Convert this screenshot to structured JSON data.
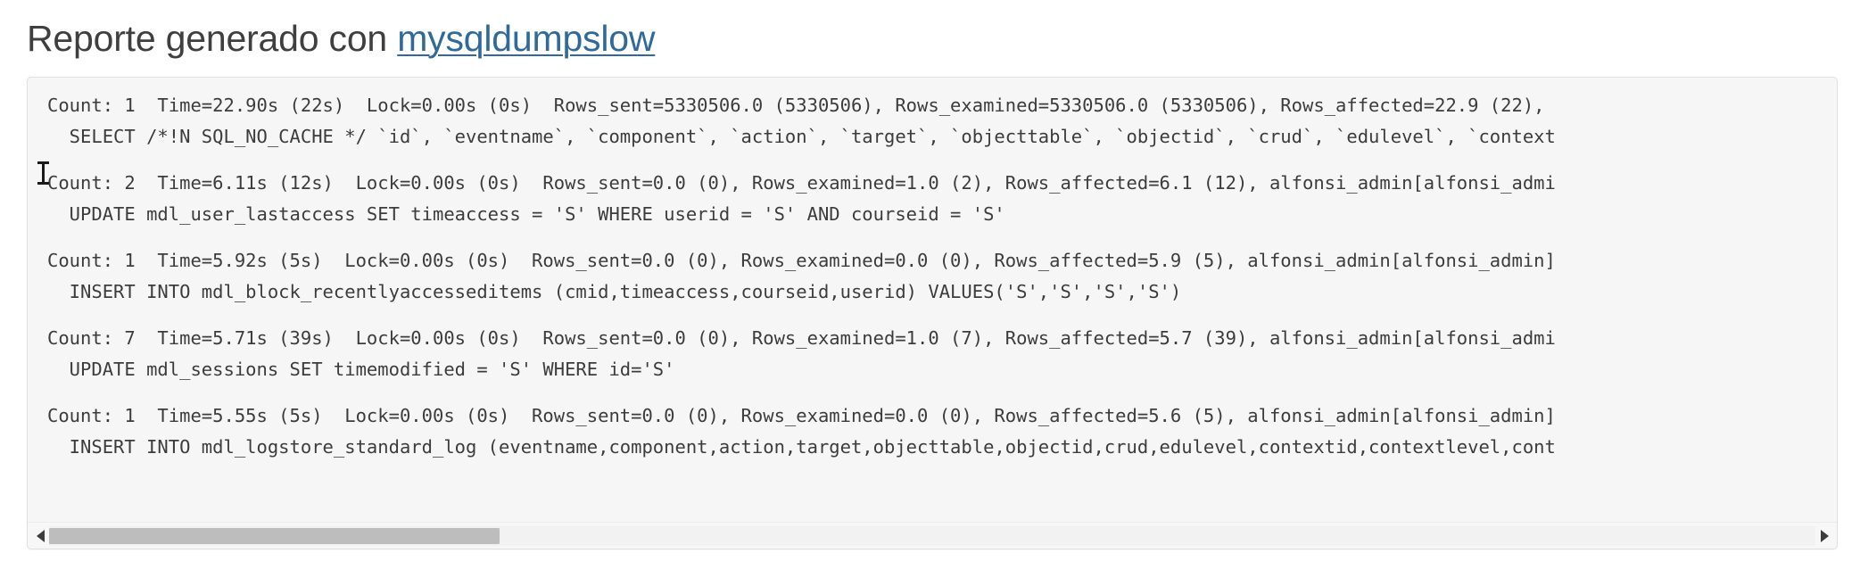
{
  "heading": {
    "prefix": "Reporte generado con ",
    "link_label": "mysqldumpslow"
  },
  "code_block": {
    "lines": [
      "Count: 1  Time=22.90s (22s)  Lock=0.00s (0s)  Rows_sent=5330506.0 (5330506), Rows_examined=5330506.0 (5330506), Rows_affected=22.9 (22),",
      "  SELECT /*!N SQL_NO_CACHE */ `id`, `eventname`, `component`, `action`, `target`, `objecttable`, `objectid`, `crud`, `edulevel`, `context",
      "",
      "Count: 2  Time=6.11s (12s)  Lock=0.00s (0s)  Rows_sent=0.0 (0), Rows_examined=1.0 (2), Rows_affected=6.1 (12), alfonsi_admin[alfonsi_admi",
      "  UPDATE mdl_user_lastaccess SET timeaccess = 'S' WHERE userid = 'S' AND courseid = 'S'",
      "",
      "Count: 1  Time=5.92s (5s)  Lock=0.00s (0s)  Rows_sent=0.0 (0), Rows_examined=0.0 (0), Rows_affected=5.9 (5), alfonsi_admin[alfonsi_admin]",
      "  INSERT INTO mdl_block_recentlyaccesseditems (cmid,timeaccess,courseid,userid) VALUES('S','S','S','S')",
      "",
      "Count: 7  Time=5.71s (39s)  Lock=0.00s (0s)  Rows_sent=0.0 (0), Rows_examined=1.0 (7), Rows_affected=5.7 (39), alfonsi_admin[alfonsi_admi",
      "  UPDATE mdl_sessions SET timemodified = 'S' WHERE id='S'",
      "",
      "Count: 1  Time=5.55s (5s)  Lock=0.00s (0s)  Rows_sent=0.0 (0), Rows_examined=0.0 (0), Rows_affected=5.6 (5), alfonsi_admin[alfonsi_admin]",
      "  INSERT INTO mdl_logstore_standard_log (eventname,component,action,target,objecttable,objectid,crud,edulevel,contextid,contextlevel,cont"
    ]
  },
  "scrollbar": {
    "left_arrow": "◀",
    "right_arrow": "▶",
    "thumb_width_percent": "25.5%"
  },
  "colors": {
    "link": "#2f6a9a",
    "heading_text": "#3f3f3f",
    "code_text": "#3c3c3c",
    "panel_background": "#f6f6f6",
    "panel_border": "#e0e0e0",
    "scroll_thumb": "#bdbdbd",
    "page_background": "#ffffff"
  }
}
